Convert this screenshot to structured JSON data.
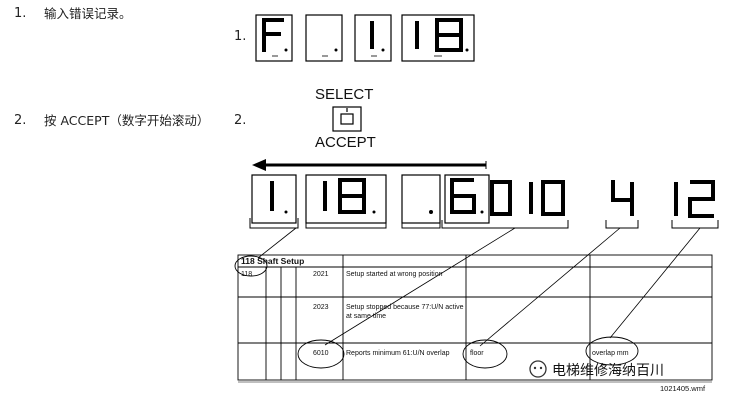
{
  "steps": [
    {
      "num": "1.",
      "text": "输入错误记录。"
    },
    {
      "num": "2.",
      "text": "按 ACCEPT（数字开始滚动）"
    }
  ],
  "diagram": {
    "step1_num": "1.",
    "step2_num": "2.",
    "select_label": "SELECT",
    "accept_label": "ACCEPT",
    "figure_id": "1021405.wmf",
    "watermark": "电梯维修海纳百川"
  },
  "table": {
    "title": "118 Shaft Setup",
    "row_code": "118",
    "rows": [
      {
        "code": "2021",
        "desc": "Setup started at wrong position",
        "param": "",
        "unit": ""
      },
      {
        "code": "2023",
        "desc": "Setup stopped because 77:U/N active at same time",
        "param": "",
        "unit": ""
      },
      {
        "code": "6010",
        "desc": "Reports minimum 61:U/N overlap",
        "param": "floor",
        "unit": "overlap mm"
      }
    ]
  }
}
